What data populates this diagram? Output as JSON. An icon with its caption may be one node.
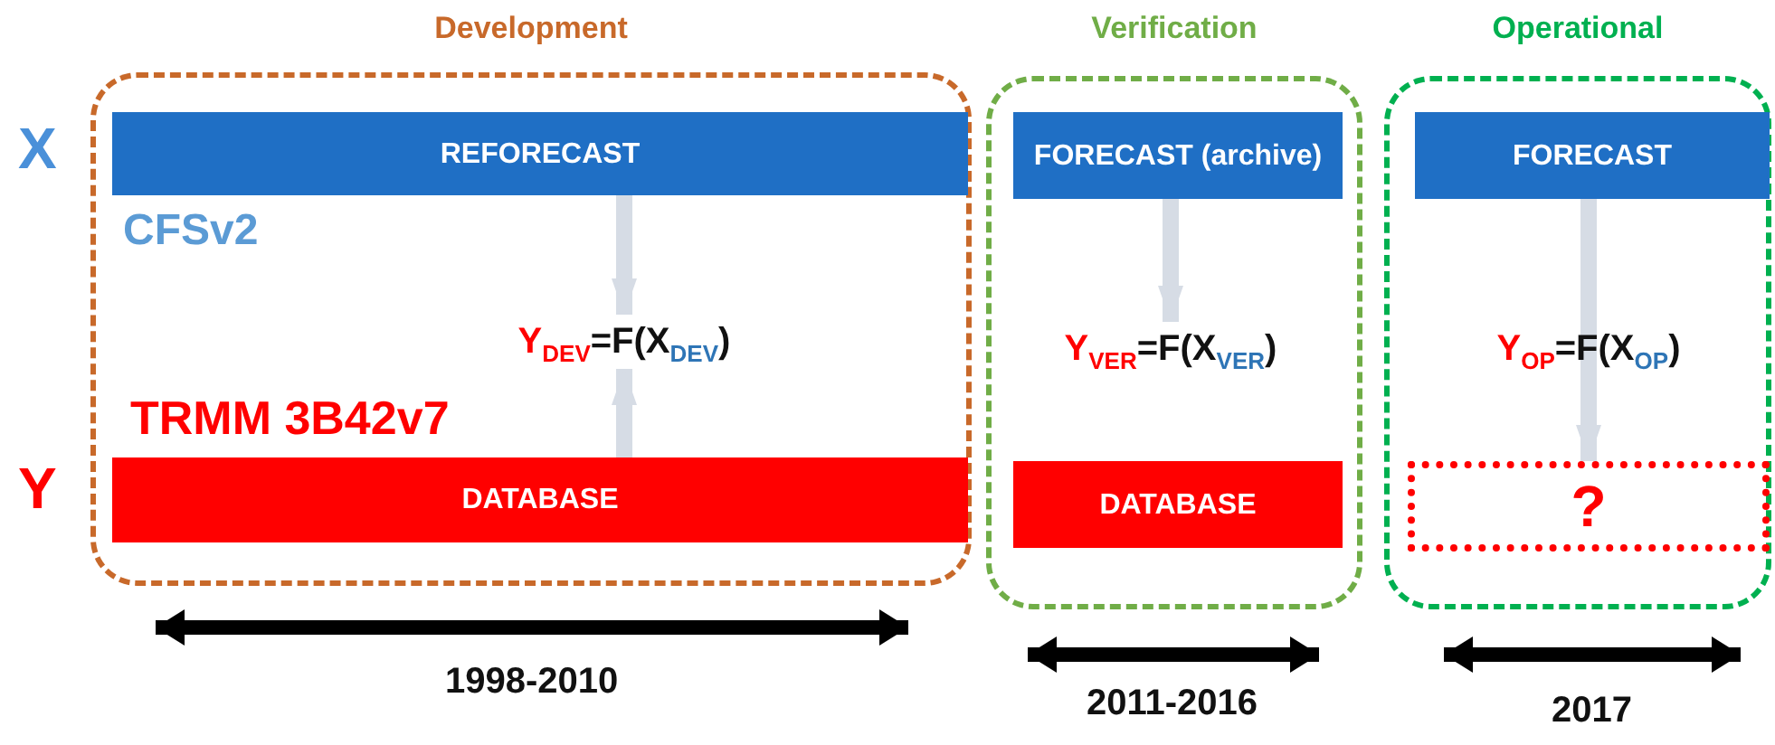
{
  "diagram": {
    "nodes": [
      {
        "text": [
          "Development"
        ]
      },
      {
        "text": [
          "REFORECAST"
        ],
        "in": 0,
        "beside": [
          "CFSv2"
        ]
      },
      {
        "text": [
          "Y$_{DEV}$=F(X$_{DEV}$)"
        ],
        "in": 0
      },
      {
        "text": [
          "DATABASE"
        ],
        "in": 0,
        "beside": [
          "TRMM 3B42v7"
        ]
      },
      {
        "text": [
          "Verification"
        ]
      },
      {
        "text": [
          "FORECAST (archive)"
        ],
        "in": 4
      },
      {
        "text": [
          "Y$_{VER}$=F(X$_{VER}$)"
        ],
        "in": 4
      },
      {
        "text": [
          "DATABASE"
        ],
        "in": 4
      },
      {
        "text": [
          "Operational"
        ]
      },
      {
        "text": [
          "FORECAST"
        ],
        "in": 8
      },
      {
        "text": [
          "Y$_{OP}$=F(X$_{OP}$)"
        ],
        "in": 8
      },
      {
        "text": [
          "?"
        ],
        "in": 8
      }
    ],
    "edges": [
      {
        "from": 1,
        "to": 2,
        "arrow": "to"
      },
      {
        "from": 3,
        "to": 2,
        "arrow": "to"
      },
      {
        "from": 5,
        "to": 6,
        "arrow": "to"
      },
      {
        "from": 9,
        "to": 11,
        "arrow": "to"
      }
    ],
    "labels": [
      "X",
      "Y",
      "1998-2010",
      "2011-2016",
      "2017"
    ]
  }
}
